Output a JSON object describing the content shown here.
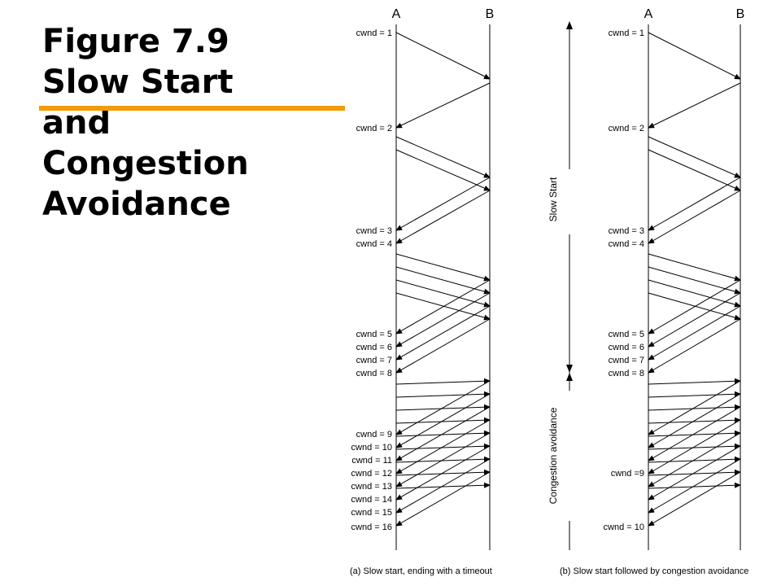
{
  "title": {
    "lines": [
      "Figure 7.9",
      "Slow Start",
      "and",
      "Congestion",
      "Avoidance"
    ],
    "rule_color": "#f29b05"
  },
  "panels": [
    {
      "id": "a",
      "caption": "(a) Slow start, ending with a timeout",
      "host_a": "A",
      "host_b": "B",
      "cwnd_labels": [
        "cwnd = 1",
        "cwnd = 2",
        "cwnd = 3",
        "cwnd = 4",
        "cwnd = 5",
        "cwnd = 6",
        "cwnd = 7",
        "cwnd = 8",
        "cwnd = 9",
        "cwnd = 10",
        "cwnd = 11",
        "cwnd = 12",
        "cwnd = 13",
        "cwnd = 14",
        "cwnd = 15",
        "cwnd = 16"
      ]
    },
    {
      "id": "b",
      "caption": "(b) Slow start followed by congestion avoidance",
      "host_a": "A",
      "host_b": "B",
      "cwnd_labels": [
        "cwnd = 1",
        "cwnd = 2",
        "cwnd = 3",
        "cwnd = 4",
        "cwnd = 5",
        "cwnd = 6",
        "cwnd = 7",
        "cwnd = 8",
        "cwnd =9",
        "cwnd = 10"
      ]
    }
  ],
  "phases": {
    "slow_start": "Slow Start",
    "congestion_avoidance": "Congestion avoidance"
  }
}
